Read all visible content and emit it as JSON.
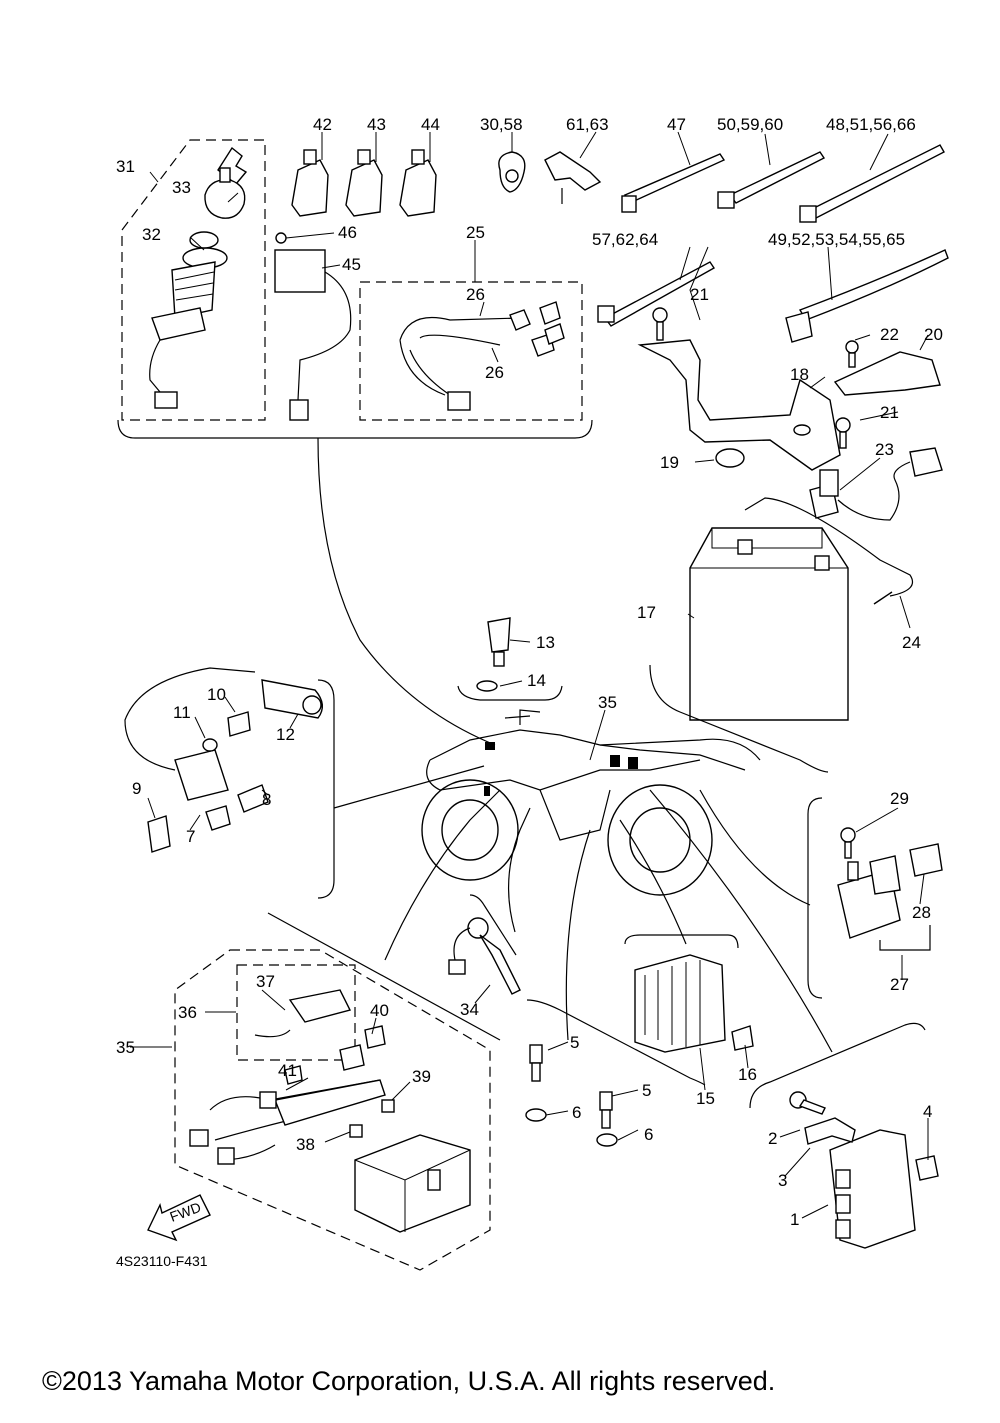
{
  "callouts": {
    "c1": "1",
    "c2": "2",
    "c3": "3",
    "c4": "4",
    "c5a": "5",
    "c5b": "5",
    "c6a": "6",
    "c6b": "6",
    "c7": "7",
    "c8": "8",
    "c9": "9",
    "c10": "10",
    "c11": "11",
    "c12": "12",
    "c13": "13",
    "c14": "14",
    "c15": "15",
    "c16": "16",
    "c17": "17",
    "c18": "18",
    "c19": "19",
    "c20": "20",
    "c21a": "21",
    "c21b": "21",
    "c22": "22",
    "c23": "23",
    "c24": "24",
    "c25": "25",
    "c26a": "26",
    "c26b": "26",
    "c27": "27",
    "c28": "28",
    "c29": "29",
    "c30_58": "30,58",
    "c31": "31",
    "c32": "32",
    "c33": "33",
    "c34": "34",
    "c35a": "35",
    "c35b": "35",
    "c36": "36",
    "c37": "37",
    "c38": "38",
    "c39": "39",
    "c40": "40",
    "c41": "41",
    "c42": "42",
    "c43": "43",
    "c44": "44",
    "c45": "45",
    "c46": "46",
    "c47": "47",
    "c48_51_56_66": "48,51,56,66",
    "c49_52_65": "49,52,53,54,55,65",
    "c50_59_60": "50,59,60",
    "c57_62_64": "57,62,64",
    "c61_63": "61,63"
  },
  "fwd_label": "FWD",
  "diagram_code": "4S23110-F431",
  "copyright": "©2013 Yamaha Motor Corporation, U.S.A. All rights reserved."
}
